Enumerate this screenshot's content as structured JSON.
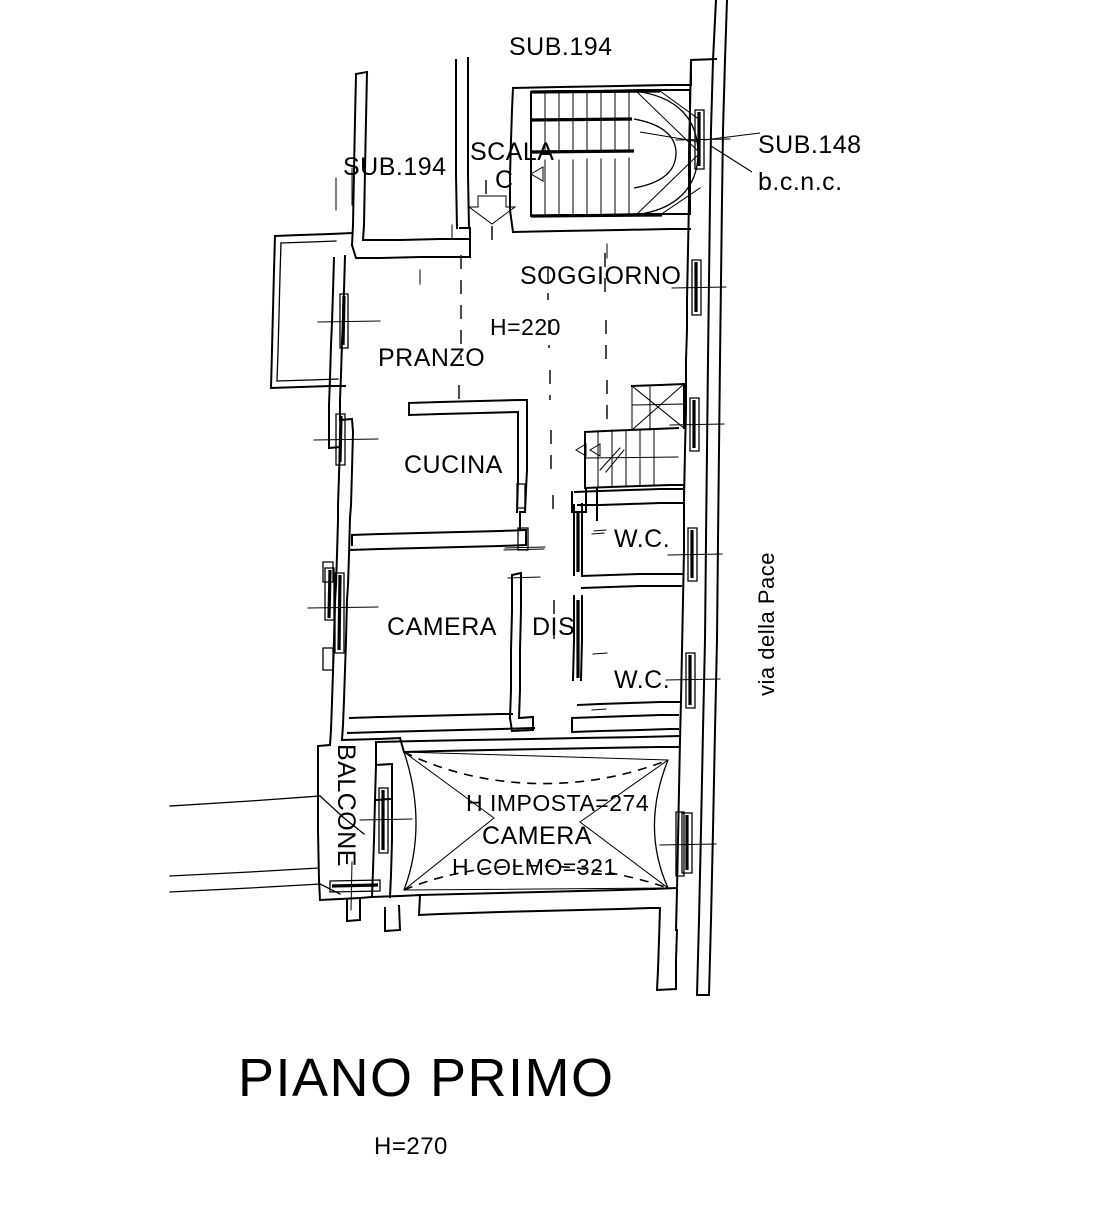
{
  "drawing": {
    "title": "PIANO PRIMO",
    "title_height_note": "H=270",
    "street_label": "via della Pace"
  },
  "annotations": {
    "sub_194_top": "SUB.194",
    "sub_194_left": "SUB.194",
    "sub_148": "SUB.148",
    "bcnc": "b.c.n.c.",
    "scala": "SCALA",
    "scala_letter": "C",
    "height_main": "H=220",
    "height_imposta": "H IMPOSTA=274",
    "height_colmo": "H COLMO=321"
  },
  "rooms": [
    {
      "id": "soggiorno",
      "label": "SOGGIORNO"
    },
    {
      "id": "pranzo",
      "label": "PRANZO"
    },
    {
      "id": "cucina",
      "label": "CUCINA"
    },
    {
      "id": "camera",
      "label": "CAMERA"
    },
    {
      "id": "dis",
      "label": "DIS"
    },
    {
      "id": "wc_upper",
      "label": "W.C."
    },
    {
      "id": "wc_lower",
      "label": "W.C."
    },
    {
      "id": "balcone",
      "label": "BALCONE"
    },
    {
      "id": "camera_volta",
      "label": "CAMERA"
    }
  ],
  "colors": {
    "ink": "#000000",
    "paper": "#ffffff"
  }
}
